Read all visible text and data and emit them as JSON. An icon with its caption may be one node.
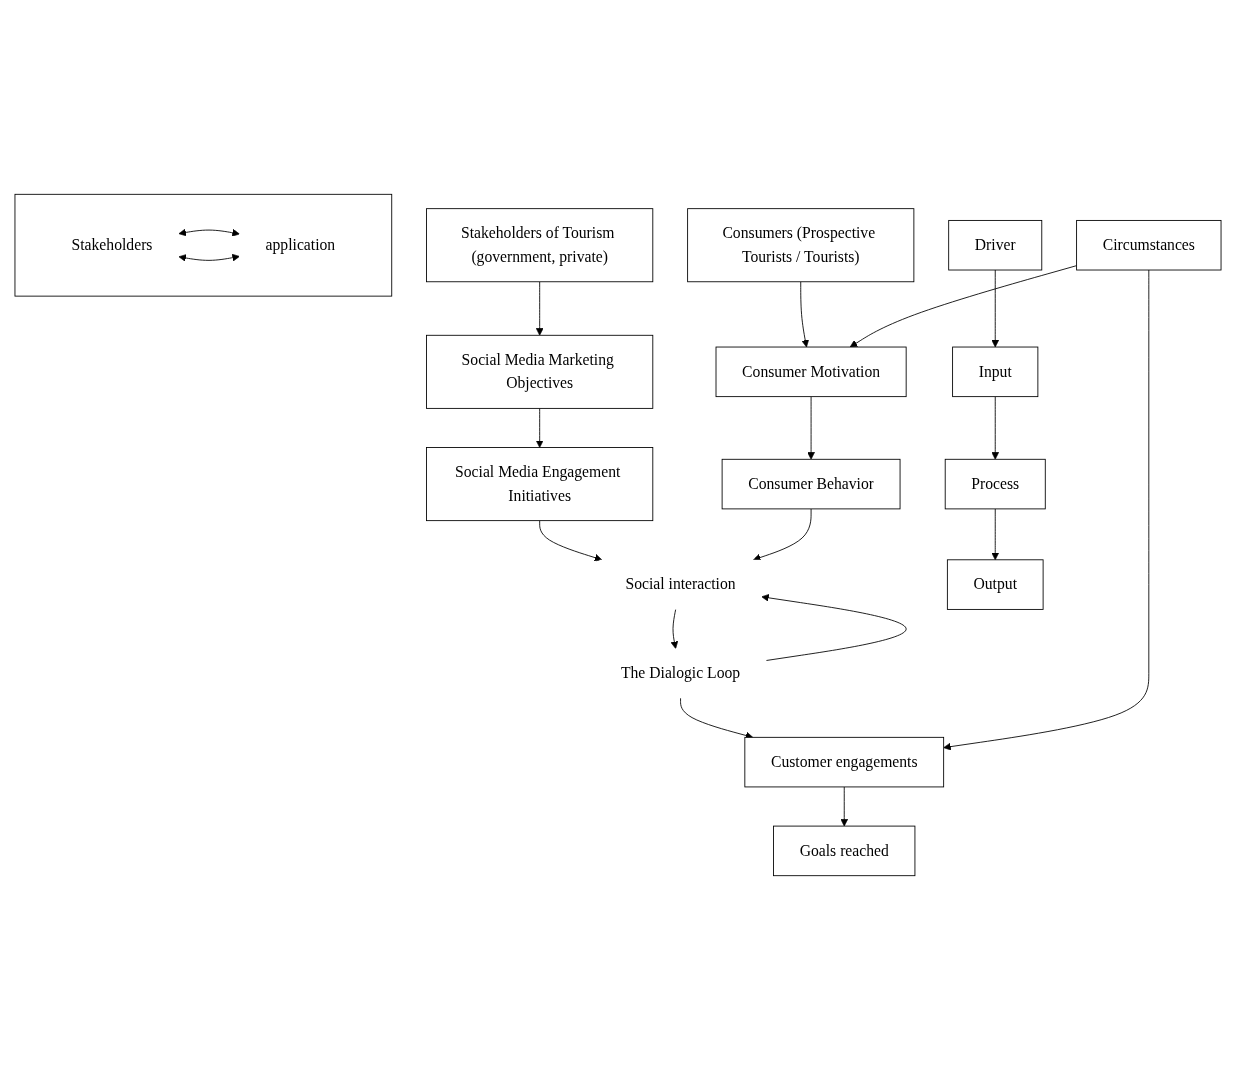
{
  "diagram": {
    "nodes": [
      {
        "text": [
          "Stakeholders of Tourism (government, private)"
        ]
      },
      {
        "text": [
          "Consumers (Prospective Tourists / Tourists)"
        ]
      },
      {
        "text": [
          "Driver"
        ]
      },
      {
        "text": [
          "Social Media Marketing Objectives"
        ]
      },
      {
        "text": [
          "Consumer Motivation"
        ]
      },
      {
        "text": [
          "Input"
        ]
      },
      {
        "text": [
          "Social Media Engagement Initiatives"
        ]
      },
      {
        "text": [
          "Consumer Behavior"
        ]
      },
      {
        "text": [
          "Circumstances"
        ]
      },
      {
        "text": [
          "Social interaction"
        ]
      },
      {
        "text": [
          "Process"
        ]
      },
      {
        "text": [],
        "shape": "box"
      },
      {
        "text": [
          "Stakeholders"
        ],
        "in": 11
      },
      {
        "text": [
          "application"
        ],
        "in": 11
      },
      {
        "text": [
          "The Dialogic Loop"
        ]
      },
      {
        "text": [
          "Customer engagements"
        ]
      },
      {
        "text": [
          "Output"
        ]
      },
      {
        "text": [
          "Goals reached"
        ]
      }
    ],
    "edges": [
      {
        "from": 0,
        "to": 3,
        "arrow": "to"
      },
      {
        "from": 1,
        "to": 4,
        "arrow": "to"
      },
      {
        "from": 2,
        "to": 5,
        "arrow": "to"
      },
      {
        "from": 3,
        "to": 6,
        "arrow": "to"
      },
      {
        "from": 4,
        "to": 7,
        "arrow": "to"
      },
      {
        "from": 8,
        "to": 4,
        "arrow": "to"
      },
      {
        "from": 5,
        "to": 10,
        "arrow": "to"
      },
      {
        "from": 6,
        "to": 9,
        "arrow": "to"
      },
      {
        "from": 7,
        "to": 9,
        "arrow": "to"
      },
      {
        "from": 9,
        "to": 14,
        "arrow": "to"
      },
      {
        "from": 14,
        "to": 9,
        "arrow": "to"
      },
      {
        "from": 12,
        "to": 13,
        "arrow": "both"
      },
      {
        "from": 12,
        "to": 13,
        "arrow": "both"
      },
      {
        "from": 14,
        "to": 15,
        "arrow": "to"
      },
      {
        "from": 8,
        "to": 15,
        "arrow": "to"
      },
      {
        "from": 10,
        "to": 16,
        "arrow": "to"
      },
      {
        "from": 15,
        "to": 17,
        "arrow": "to"
      }
    ]
  }
}
